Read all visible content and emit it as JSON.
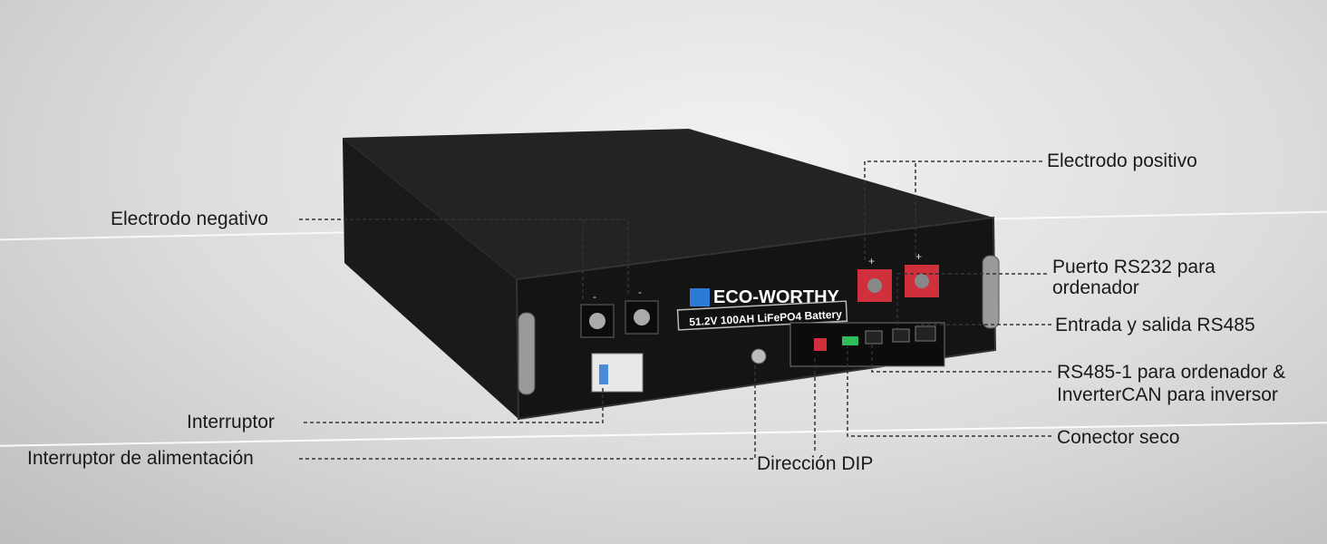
{
  "labels": {
    "positive_electrode": "Electrodo positivo",
    "negative_electrode": "Electrodo negativo",
    "rs232_port_line1": "Puerto RS232 para",
    "rs232_port_line2": "ordenador",
    "rs485_io": "Entrada y salida RS485",
    "rs485_can_line1": "RS485-1 para ordenador &",
    "rs485_can_line2": "InverterCAN para inversor",
    "dry_contact": "Conector seco",
    "dip_direction": "Dirección DIP",
    "breaker": "Interruptor",
    "power_switch": "Interruptor de alimentación"
  },
  "product": {
    "brand": "ECO-WORTHY",
    "model_label": "51.2V 100AH LiFePO4 Battery",
    "positive_sign": "+",
    "negative_sign": "-"
  },
  "colors": {
    "battery_body": "#141414",
    "positive_terminal": "#d0303c",
    "brand_icon": "#2a7bd4"
  }
}
